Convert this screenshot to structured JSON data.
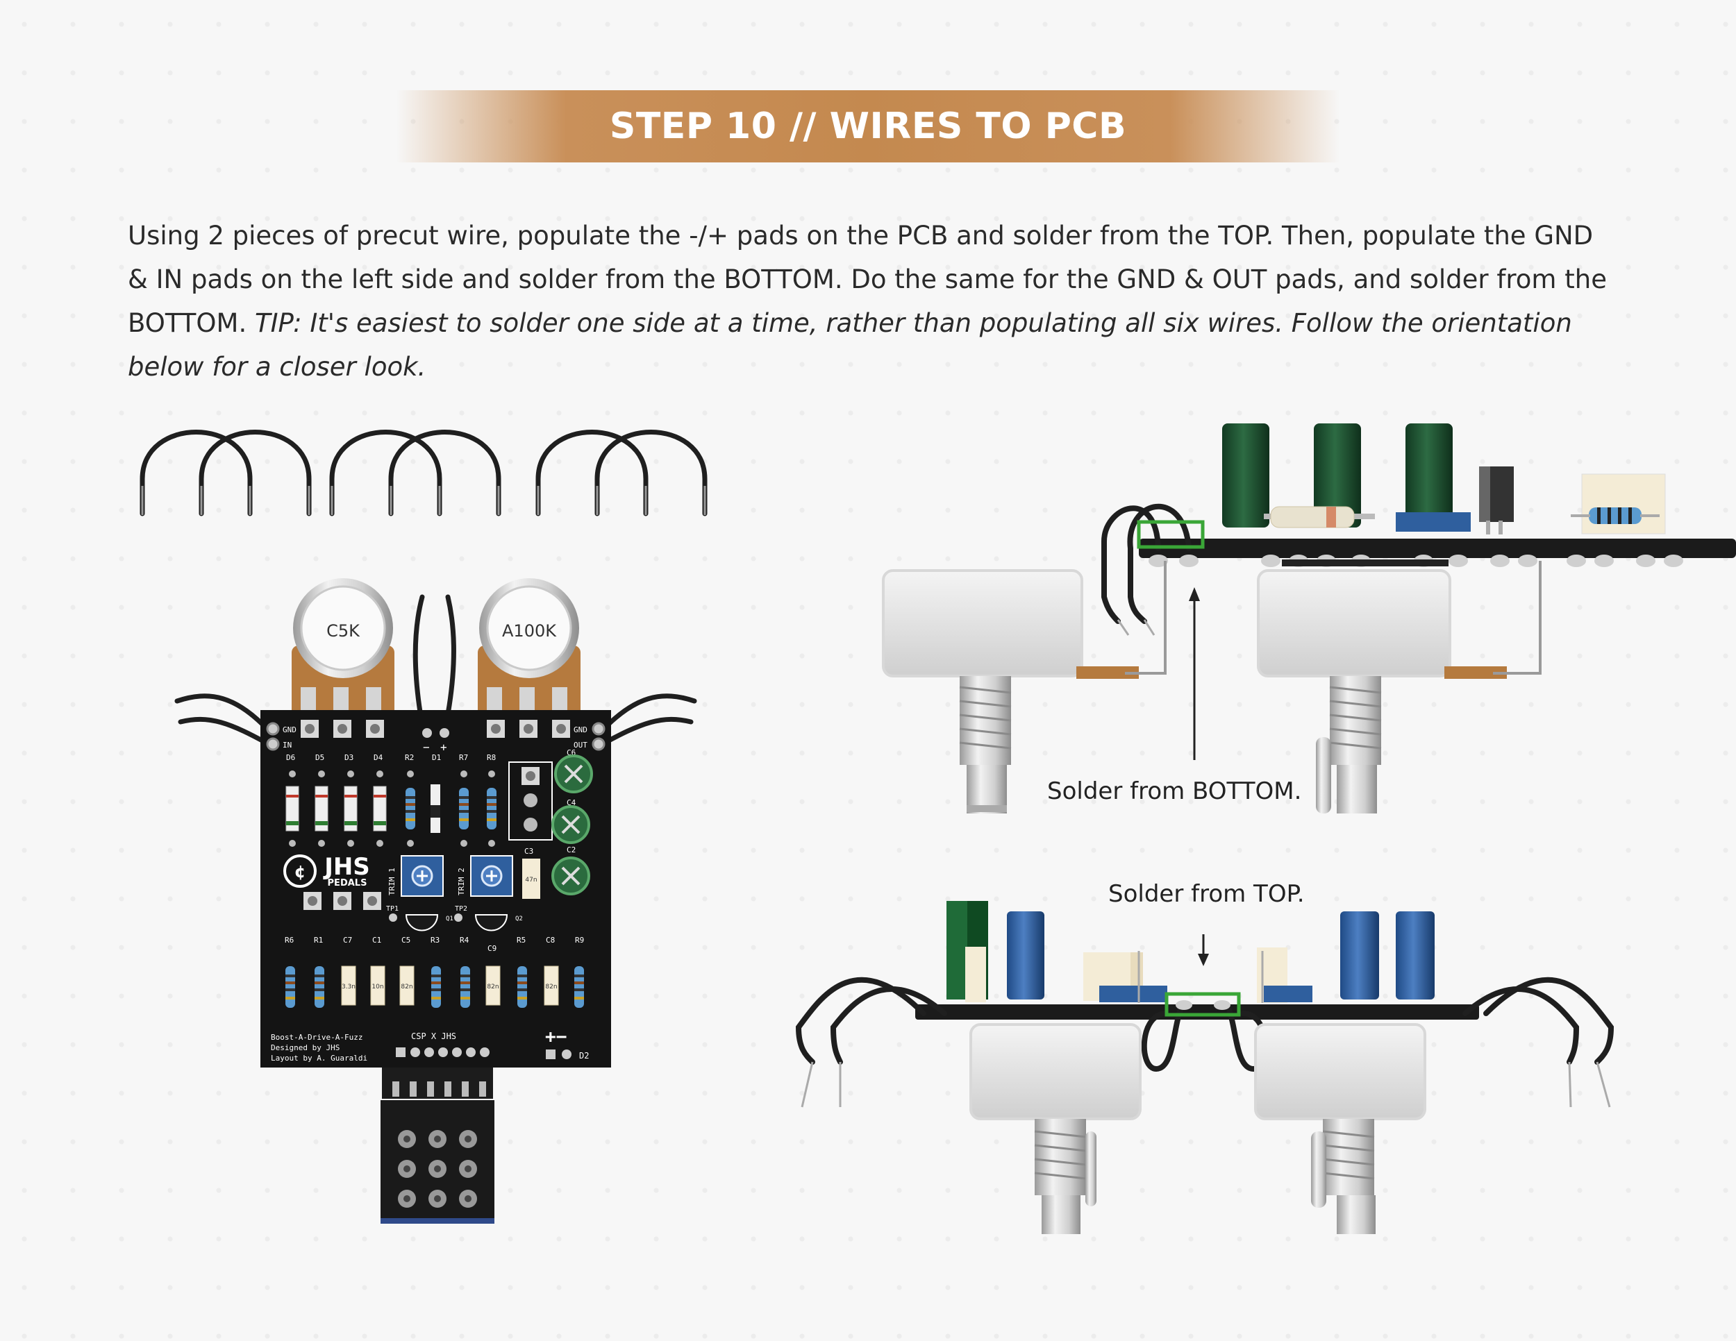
{
  "header": {
    "title": "STEP 10 // WIRES TO PCB"
  },
  "instructions": {
    "body": "Using 2 pieces of precut wire, populate the -/+ pads on the PCB and solder from the TOP. Then, populate the GND & IN pads on the left side and solder from the BOTTOM. Do the same for the GND & OUT pads, and solder from the BOTTOM. ",
    "tip": "TIP: It's easiest to solder one side at a time, rather than populating all six wires. Follow the orientation below for a closer look."
  },
  "pcb": {
    "pot_left": "C5K",
    "pot_right": "A100K",
    "pad_gnd_left": "GND",
    "pad_in": "IN",
    "pad_gnd_right": "GND",
    "pad_out": "OUT",
    "pad_minus": "−",
    "pad_plus": "+",
    "top_labels": [
      "D6",
      "D5",
      "D3",
      "D4",
      "R2",
      "D1",
      "R7",
      "R8"
    ],
    "bottom_labels": [
      "R6",
      "R1",
      "C7",
      "C1",
      "C5",
      "R3",
      "R4",
      "R5",
      "C8",
      "R9"
    ],
    "cap_labels_right": [
      "C6",
      "C4",
      "C2"
    ],
    "cap_values": [
      "3.3n",
      "10n",
      "82n",
      "82n",
      "82n"
    ],
    "c3_label": "C3",
    "c3_value": "47n",
    "c9_label": "C9",
    "trim1": "TRIM 1",
    "trim2": "TRIM 2",
    "tp1": "TP1",
    "tp2": "TP2",
    "q1": "Q1",
    "q2": "Q2",
    "brand_jhs": "JHS",
    "brand_pedals": "PEDALS",
    "credit_1": "Boost-A-Drive-A-Fuzz",
    "credit_2": "Designed by JHS",
    "credit_3": "Layout by A. Guaraldi",
    "csp": "CSP X JHS",
    "d2": "D2",
    "pm_symbol": "+−"
  },
  "callouts": {
    "bottom": "Solder from BOTTOM.",
    "top": "Solder from TOP."
  },
  "colors": {
    "banner": "#c4894f",
    "pcb": "#141414",
    "resistor": "#5b9bd0",
    "highlight": "#3aa637",
    "electrolytic_green": "#1f4d2e",
    "electrolytic_blue": "#2f5f9e"
  }
}
